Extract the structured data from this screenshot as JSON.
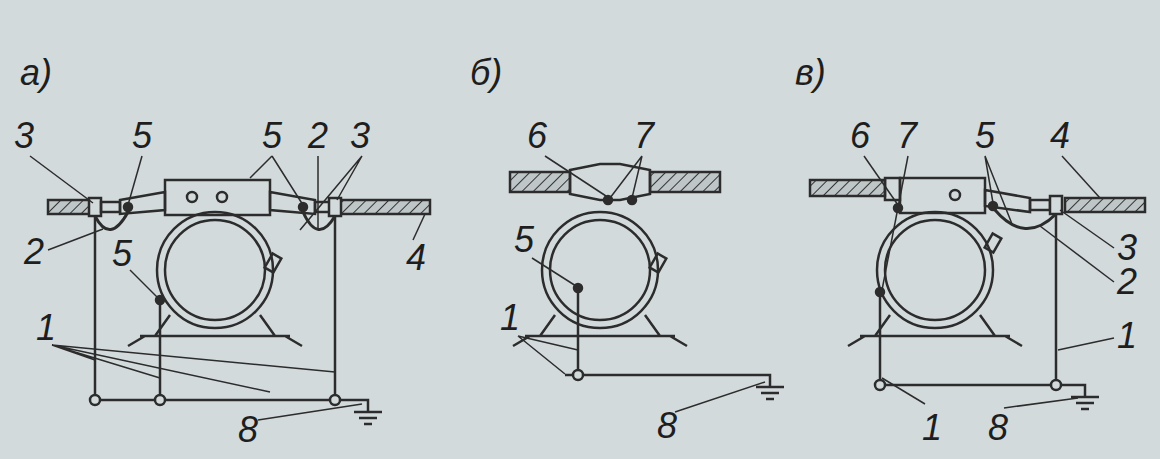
{
  "diagram": {
    "labels": [
      "а)",
      "3",
      "5",
      "5",
      "2",
      "3",
      "2",
      "5",
      "4",
      "1",
      "8",
      "б)",
      "6",
      "7",
      "5",
      "1",
      "8",
      "в)",
      "6",
      "7",
      "5",
      "4",
      "3",
      "2",
      "1",
      "1",
      "8"
    ]
  }
}
